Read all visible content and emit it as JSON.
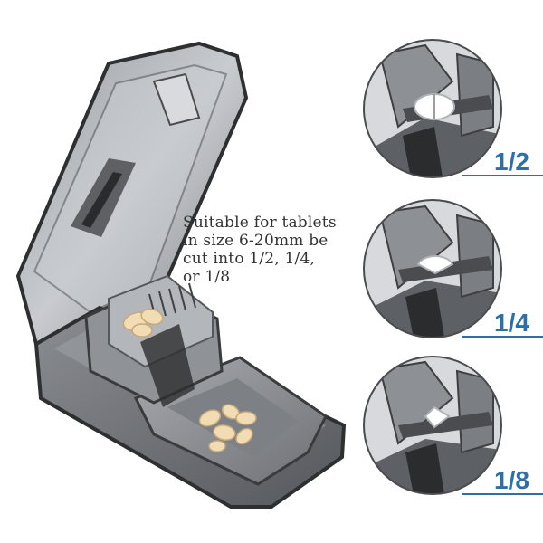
{
  "description_text": {
    "lines": [
      "Suitable for tablets",
      "in size 6-20mm be",
      "cut into 1/2, 1/4,",
      "or 1/8"
    ]
  },
  "detail_views": [
    {
      "label": "1/2"
    },
    {
      "label": "1/4"
    },
    {
      "label": "1/8"
    }
  ],
  "colors": {
    "accent": "#2f6fa7",
    "body_dark": "#3a3a3c",
    "body_mid": "#6b6d70",
    "body_light": "#b9bcc0",
    "tablet": "#f2dcb4",
    "text": "#333333"
  }
}
